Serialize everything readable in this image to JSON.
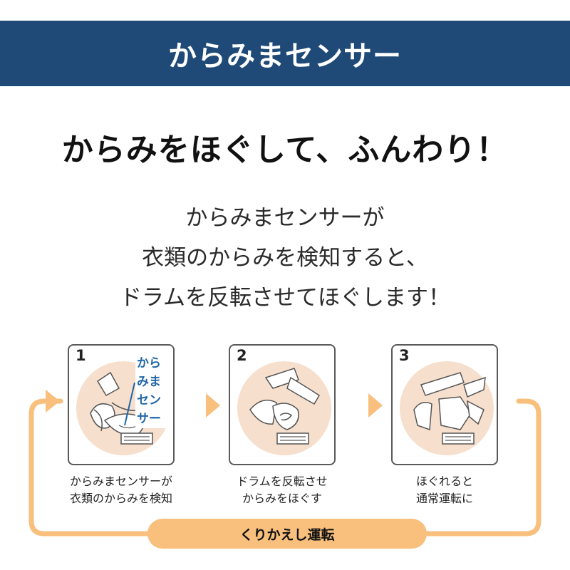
{
  "header": {
    "title": "からみまセンサー",
    "bg_color": "#1f4a78"
  },
  "headline": "からみをほぐして、ふんわり！",
  "body_lines": [
    "からみまセンサーが",
    "衣類のからみを検知すると、",
    "ドラムを反転させてほぐします！"
  ],
  "steps": [
    {
      "number": "1",
      "label_lines": [
        "からみま",
        "センサー"
      ],
      "caption_lines": [
        "からみまセンサーが",
        "衣類のからみを検知"
      ]
    },
    {
      "number": "2",
      "caption_lines": [
        "ドラムを反転させ",
        "からみをほぐす"
      ]
    },
    {
      "number": "3",
      "caption_lines": [
        "ほぐれると",
        "通常運転に"
      ]
    }
  ],
  "loop_label": "くりかえし運転",
  "accent_color": "#f8bf7d",
  "sensor_label_color": "#1f66a8"
}
